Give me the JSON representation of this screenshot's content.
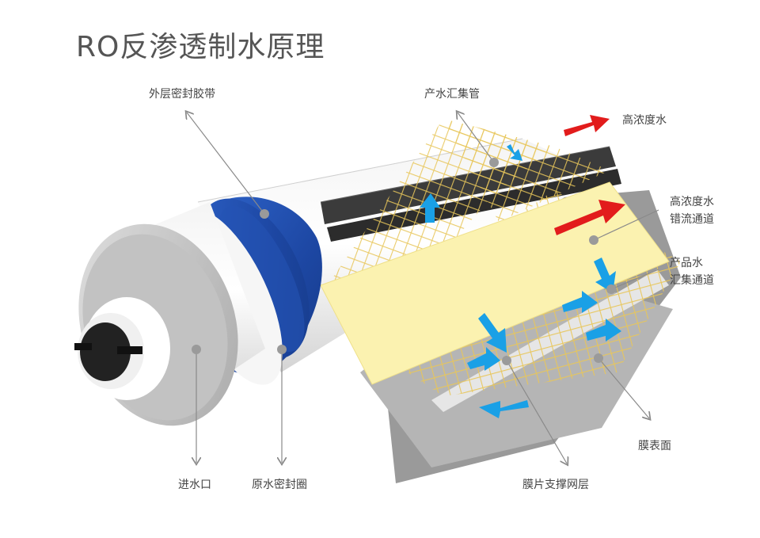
{
  "title": "RO反渗透制水原理",
  "labels": {
    "outer_seal_tape": "外层密封胶带",
    "product_collection_tube": "产水汇集管",
    "concentrate_water": "高浓度水",
    "concentrate_channel_line1": "高浓度水",
    "concentrate_channel_line2": "错流通道",
    "product_channel_line1": "产品水",
    "product_channel_line2": "汇集通道",
    "membrane_surface": "膜表面",
    "membrane_support_layer": "膜片支撑网层",
    "water_inlet": "进水口",
    "raw_water_seal_ring": "原水密封圈"
  },
  "colors": {
    "seal_blue": "#1f4fb0",
    "mesh_yellow": "#f5dc82",
    "membrane_yellow": "#fbf2b0",
    "arrow_red": "#e21c1c",
    "arrow_blue": "#1aa0e6",
    "sheet_gray": "#8c8c8c",
    "tube_dark": "#3a3a3a"
  }
}
